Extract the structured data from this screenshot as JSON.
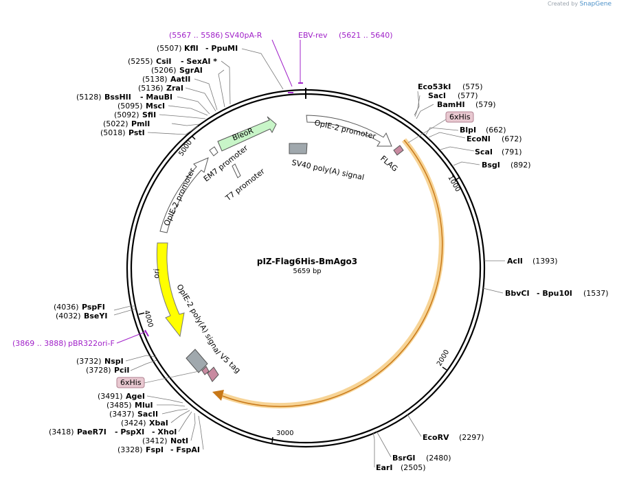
{
  "credit": {
    "prefix": "Created by",
    "brand": "SnapGene"
  },
  "plasmid": {
    "name": "pIZ-Flag6His-BmAgo3",
    "length": "5659 bp"
  },
  "ticks": [
    "1000",
    "2000",
    "3000",
    "4000",
    "5000"
  ],
  "primers": {
    "sv40pa_r": {
      "range": "(5567 .. 5586)",
      "name": "SV40pA-R"
    },
    "ebv_rev": {
      "name": "EBV-rev",
      "range": "(5621 .. 5640)"
    },
    "pbr322": {
      "range": "(3869 .. 3888)",
      "name": "pBR322ori-F"
    }
  },
  "features": {
    "opie2_top": "OpIE-2 promoter",
    "flag": "FLAG",
    "his_top": "6xHis",
    "sv40": "SV40 poly(A) signal",
    "bleor": "BleoR",
    "em7": "EM7 promoter",
    "t7": "T7 promoter",
    "opie2_left": "OpIE-2 promoter",
    "ori": "ori",
    "opie2_polya": "OpIE-2 poly(A) signal",
    "v5": "V5 tag",
    "his_bottom": "6xHis"
  },
  "sites": {
    "kfli": {
      "pos": "(5507)",
      "name": "KflI",
      "extra": "- PpuMI"
    },
    "csii": {
      "pos": "(5255)",
      "name": "CsiI",
      "extra": "- SexAI *"
    },
    "sgrai": {
      "pos": "(5206)",
      "name": "SgrAI"
    },
    "aatii": {
      "pos": "(5138)",
      "name": "AatII"
    },
    "zrai": {
      "pos": "(5136)",
      "name": "ZraI"
    },
    "bsshii": {
      "pos": "(5128)",
      "name": "BssHII",
      "extra": "- MauBI"
    },
    "msci": {
      "pos": "(5095)",
      "name": "MscI"
    },
    "sfii": {
      "pos": "(5092)",
      "name": "SfiI"
    },
    "pmli": {
      "pos": "(5022)",
      "name": "PmlI"
    },
    "psti": {
      "pos": "(5018)",
      "name": "PstI"
    },
    "eco53ki": {
      "name": "Eco53kI",
      "pos": "(575)"
    },
    "saci": {
      "name": "SacI",
      "pos": "(577)"
    },
    "bamhi": {
      "name": "BamHI",
      "pos": "(579)"
    },
    "blpi": {
      "name": "BlpI",
      "pos": "(662)"
    },
    "econi": {
      "name": "EcoNI",
      "pos": "(672)"
    },
    "scai": {
      "name": "ScaI",
      "pos": "(791)"
    },
    "bsgi": {
      "name": "BsgI",
      "pos": "(892)"
    },
    "acli": {
      "name": "AclI",
      "pos": "(1393)"
    },
    "bbvci": {
      "name": "BbvCI",
      "extra": "- Bpu10I",
      "pos": "(1537)"
    },
    "ecorv": {
      "name": "EcoRV",
      "pos": "(2297)"
    },
    "bsrgi": {
      "name": "BsrGI",
      "pos": "(2480)"
    },
    "eari": {
      "name": "EarI",
      "pos": "(2505)"
    },
    "pspfi": {
      "pos": "(4036)",
      "name": "PspFI"
    },
    "bseyi": {
      "pos": "(4032)",
      "name": "BseYI"
    },
    "nspi": {
      "pos": "(3732)",
      "name": "NspI"
    },
    "pcii": {
      "pos": "(3728)",
      "name": "PciI"
    },
    "agei": {
      "pos": "(3491)",
      "name": "AgeI"
    },
    "mlui": {
      "pos": "(3485)",
      "name": "MluI"
    },
    "sacii": {
      "pos": "(3437)",
      "name": "SacII"
    },
    "xbai": {
      "pos": "(3424)",
      "name": "XbaI"
    },
    "paer7i": {
      "pos": "(3418)",
      "name": "PaeR7I",
      "extra1": "- PspXI",
      "extra2": "- XhoI"
    },
    "noti": {
      "pos": "(3412)",
      "name": "NotI"
    },
    "fspi": {
      "pos": "(3328)",
      "name": "FspI",
      "extra": "- FspAI"
    }
  },
  "colors": {
    "backbone": "#000000",
    "bleor_fill": "#c8f5c8",
    "ori_fill": "#ffff00",
    "tag_fill": "#c88aa0",
    "polya_fill": "#a0a8ad",
    "highlight": "#f0b040",
    "primer": "#a020c8"
  }
}
